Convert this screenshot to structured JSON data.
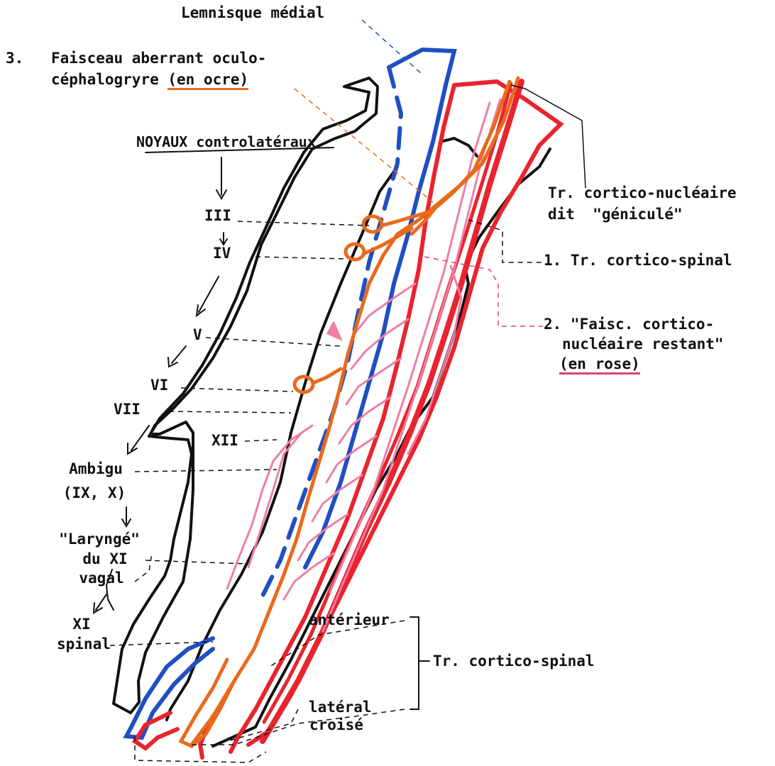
{
  "labels": {
    "lemnisque": "Lemnisque médial",
    "faisceau_num": "3.",
    "faisceau_line1": "Faisceau aberrant oculo-",
    "faisceau_line2a": "céphalogryre ",
    "faisceau_line2b": "(en ocre)",
    "noyaux": "NOYAUX controlatéraux",
    "n3": "III",
    "n4": "IV",
    "n5": "V",
    "n6": "VI",
    "n7": "VII",
    "n12": "XII",
    "ambigu1": "Ambigu",
    "ambigu2": "(IX, X)",
    "larynge1": "\"Laryngé\"",
    "larynge2": "du XI",
    "larynge3": "vagal",
    "xi1": "XI",
    "xi2": "spinal",
    "geniculate1": "Tr. cortico-nucléaire",
    "geniculate2": "dit  \"géniculé\"",
    "cs1": "1. Tr. cortico-spinal",
    "cnr1": "2. \"Faisc. cortico-",
    "cnr2": "nucléaire restant\"",
    "cnr3": "(en rose)",
    "anterieur": "antérieur",
    "lateral1": "latéral",
    "lateral2": "croisé",
    "tr_cs": "Tr. cortico-spinal"
  },
  "colors": {
    "ocre": "#e96a1c",
    "rose": "#e0407a",
    "red": "#e8242e",
    "blue": "#1f4fc2",
    "black": "#111111"
  }
}
